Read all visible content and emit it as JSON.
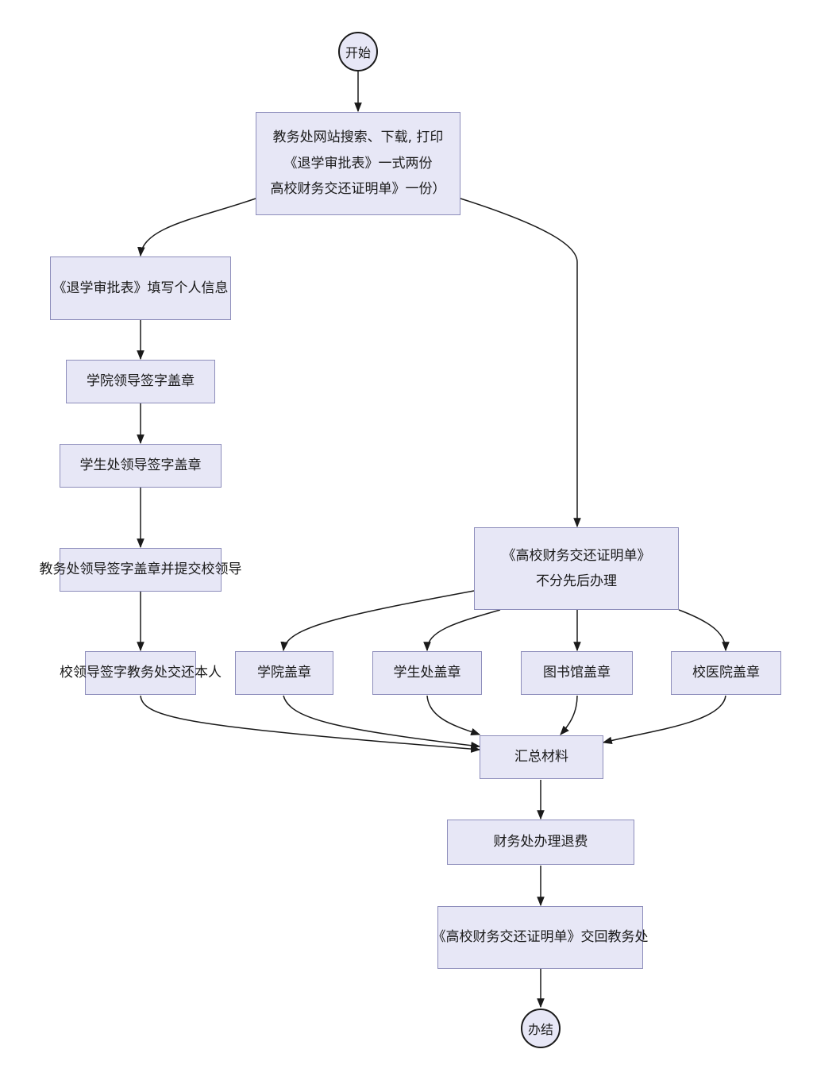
{
  "start": "开始",
  "end": "办结",
  "download": {
    "lines": [
      "教务处网站搜索、下载, 打印",
      "《退学审批表》一式两份",
      "高校财务交还证明单》一份）"
    ]
  },
  "left_branch": {
    "fill_info": "《退学审批表》填写个人信息",
    "college_sign": "学院领导签字盖章",
    "student_office_sign": "学生处领导签字盖章",
    "academic_office_sign": "教务处领导签字盖章并提交校领导",
    "school_leader_sign": "校领导签字教务处交还本人"
  },
  "right_branch": {
    "header_lines": [
      "《高校财务交还证明单》",
      "不分先后办理"
    ],
    "stamps": [
      "学院盖章",
      "学生处盖章",
      "图书馆盖章",
      "校医院盖章"
    ]
  },
  "collect": "汇总材料",
  "refund": "财务处办理退费",
  "return_form": "《高校财务交还证明单》交回教务处"
}
